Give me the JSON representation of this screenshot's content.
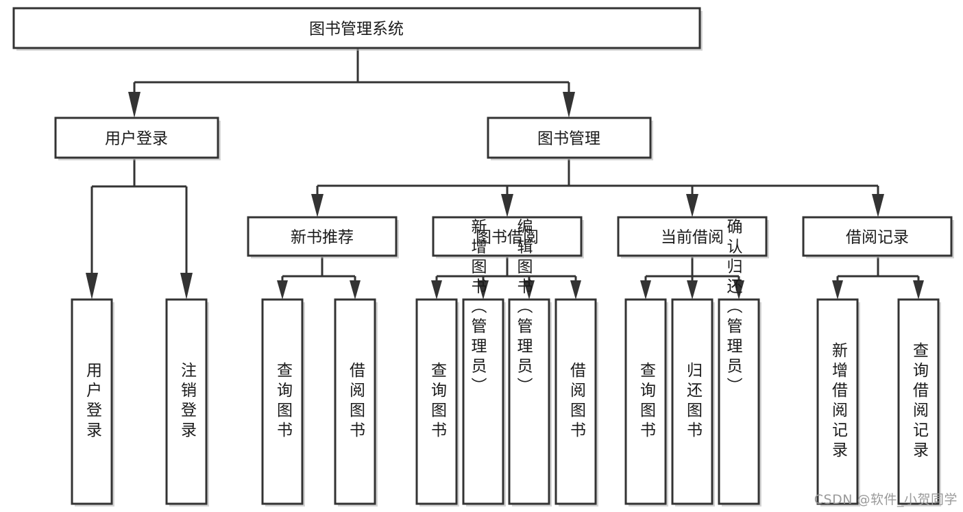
{
  "diagram": {
    "type": "tree-flowchart",
    "title": "图书管理系统",
    "watermark": "CSDN @软件_小贺同学",
    "colors": {
      "box_stroke": "#333333",
      "box_fill": "#ffffff",
      "text": "#1a1a1a",
      "shadow": "#b3b3b3",
      "watermark": "#9a9a9a",
      "background": "#ffffff"
    },
    "levels": {
      "root": {
        "label": "图书管理系统"
      },
      "level2": [
        {
          "label": "用户登录"
        },
        {
          "label": "图书管理"
        }
      ],
      "level3": [
        {
          "label": "新书推荐"
        },
        {
          "label": "图书借阅"
        },
        {
          "label": "当前借阅"
        },
        {
          "label": "借阅记录"
        }
      ],
      "leaves": {
        "user_login": [
          {
            "label": "用户登录"
          },
          {
            "label": "注销登录"
          }
        ],
        "new_book_recommend": [
          {
            "label": "查询图书"
          },
          {
            "label": "借阅图书"
          }
        ],
        "book_borrow": [
          {
            "label": "查询图书"
          },
          {
            "label": "新增图书（管理员）"
          },
          {
            "label": "编辑图书（管理员）"
          },
          {
            "label": "借阅图书"
          }
        ],
        "current_borrow": [
          {
            "label": "查询图书"
          },
          {
            "label": "归还图书"
          },
          {
            "label": "确认归还（管理员）"
          }
        ],
        "borrow_record": [
          {
            "label": "新增借阅记录"
          },
          {
            "label": "查询借阅记录"
          }
        ]
      }
    }
  }
}
